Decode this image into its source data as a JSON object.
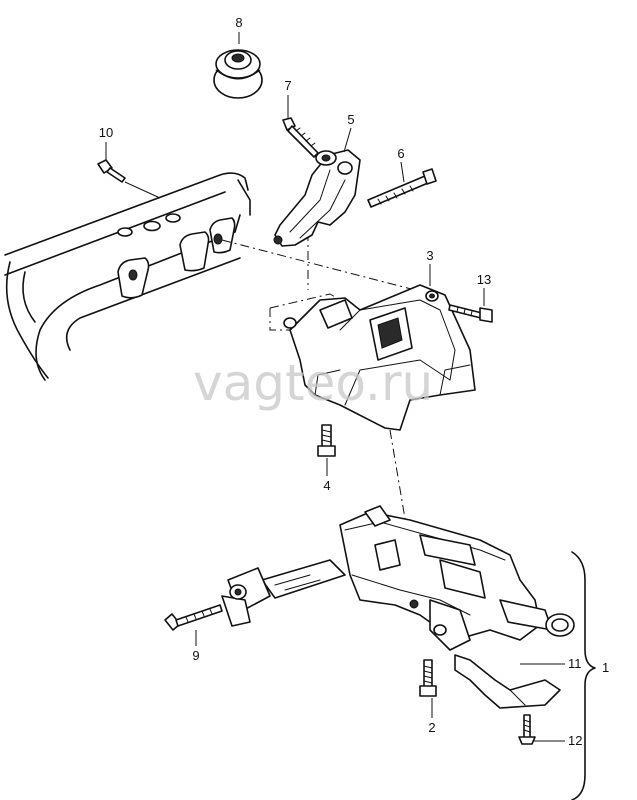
{
  "watermark": "vagteo.ru",
  "callouts": {
    "c1": "1",
    "c2": "2",
    "c3": "3",
    "c4": "4",
    "c5": "5",
    "c6": "6",
    "c7": "7",
    "c8": "8",
    "c9": "9",
    "c10": "10",
    "c11": "11",
    "c12": "12",
    "c13": "13"
  }
}
